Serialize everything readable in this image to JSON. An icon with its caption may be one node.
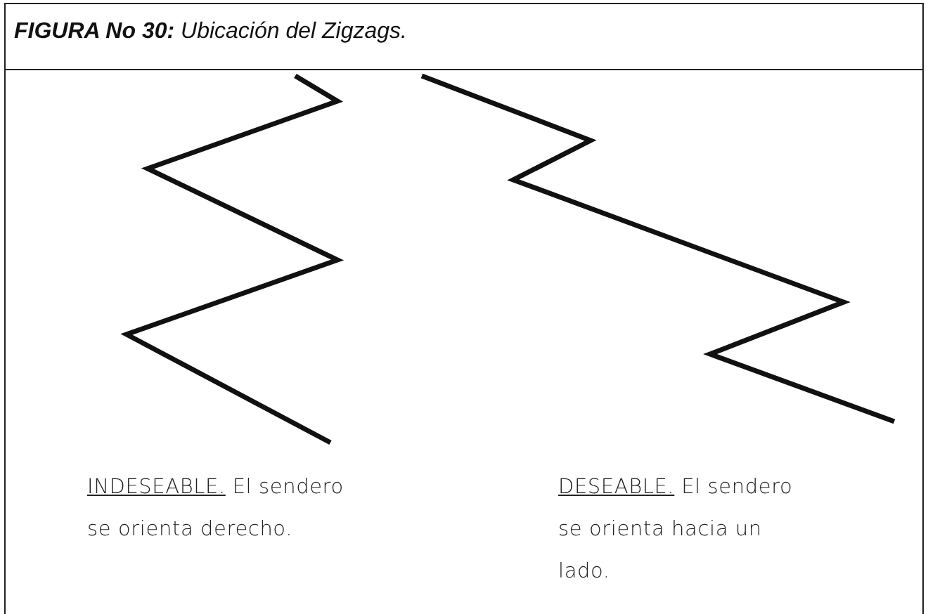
{
  "diagram": {
    "title": "**FIGURA No 30:** Ubicación del Zigzags.",
    "labels": [
      "INDESEABLE.",
      "El sendero se orienta derecho.",
      "DESEABLE.",
      "El sendero se orienta hacia un lado."
    ]
  }
}
